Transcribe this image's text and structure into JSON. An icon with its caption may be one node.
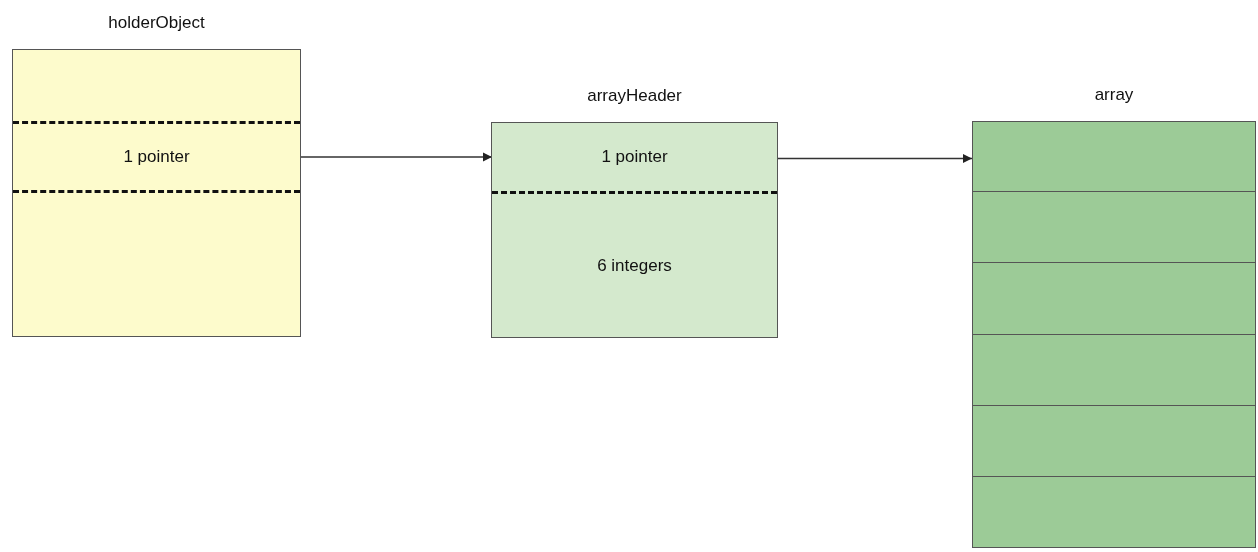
{
  "diagram": {
    "nodes": [
      {
        "text": [
          "holderObject"
        ]
      },
      {
        "text": [
          "1 pointer"
        ],
        "in": 0
      },
      {
        "text": [
          "arrayHeader"
        ]
      },
      {
        "text": [
          "1 pointer"
        ],
        "in": 2
      },
      {
        "text": [
          "6 integers"
        ],
        "in": 2
      },
      {
        "text": [
          "array"
        ]
      },
      {
        "text": [],
        "shape": "box",
        "in": 5
      },
      {
        "text": [],
        "shape": "box",
        "in": 5
      },
      {
        "text": [],
        "shape": "box",
        "in": 5
      },
      {
        "text": [],
        "shape": "box",
        "in": 5
      },
      {
        "text": [],
        "shape": "box",
        "in": 5
      },
      {
        "text": [],
        "shape": "box",
        "in": 5
      }
    ],
    "edges": [
      {
        "from": 1,
        "to": 3,
        "arrow": "to"
      },
      {
        "from": 3,
        "to": 6,
        "arrow": "to"
      }
    ]
  }
}
